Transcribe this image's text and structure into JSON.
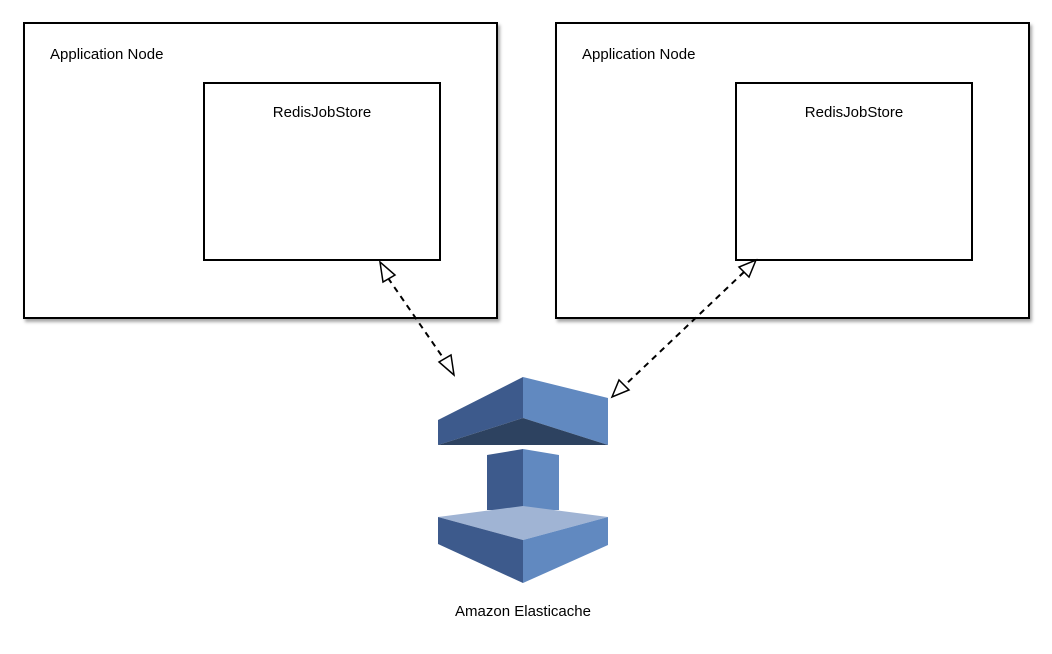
{
  "nodes": [
    {
      "title": "Application Node",
      "store_label": "RedisJobStore"
    },
    {
      "title": "Application Node",
      "store_label": "RedisJobStore"
    }
  ],
  "cache": {
    "label": "Amazon Elasticache",
    "icon": "elasticache-icon"
  },
  "colors": {
    "cache_dark": "#3b5998",
    "cache_mid": "#5b84bd",
    "cache_darkest": "#2d4260",
    "cache_light": "#9fb4d6"
  }
}
